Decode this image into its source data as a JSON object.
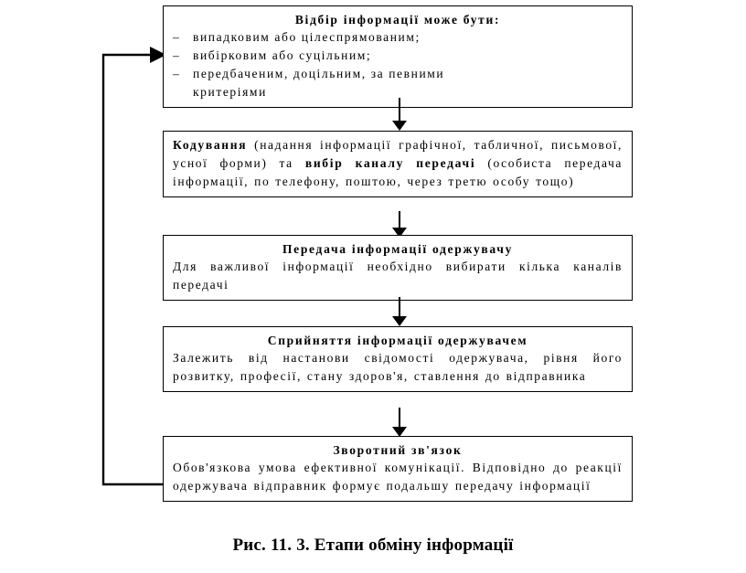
{
  "figure": {
    "caption": "Рис. 11. 3. Етапи обміну інформації"
  },
  "steps": [
    {
      "id": "selection",
      "title": "Відбір інформації може бути:",
      "bullets": [
        "випадковим або цілеспрямованим;",
        "вибірковим або суцільним;",
        "передбаченим, доцільним, за певними",
        "критеріями"
      ],
      "bullet_marker": "–"
    },
    {
      "id": "encoding",
      "title": "",
      "text_runs": [
        {
          "text": "Кодування",
          "bold": true
        },
        {
          "text": " (надання інформації графічної, табличної, письмової, усної форми) та ",
          "bold": false
        },
        {
          "text": "вибір каналу передачі",
          "bold": true
        },
        {
          "text": " (особиста передача інформації, по телефону, поштою, через третю особу тощо)",
          "bold": false
        }
      ]
    },
    {
      "id": "transmission",
      "title": "Передача інформації одержувачу",
      "body": "Для важливої інформації необхідно вибирати кілька каналів передачі"
    },
    {
      "id": "reception",
      "title": "Сприйняття інформації одержувачем",
      "body": "Залежить від настанови свідомості одержувача, рівня його розвитку, професії, стану здоров'я, ставлення до відправника"
    },
    {
      "id": "feedback",
      "title": "Зворотний зв'язок",
      "body": "Обов'язкова умова ефективної комунікації. Відповідно до реакції одержувача відправник формує подальшу передачу інформації"
    }
  ],
  "connectors": {
    "arrow_glyph": "▼",
    "count": 4
  },
  "feedback_loop": {
    "label": "feedback-loop-line",
    "from_step": "feedback",
    "to_step": "selection"
  },
  "colors": {
    "stroke": "#000000",
    "background": "#ffffff",
    "text": "#000000"
  }
}
